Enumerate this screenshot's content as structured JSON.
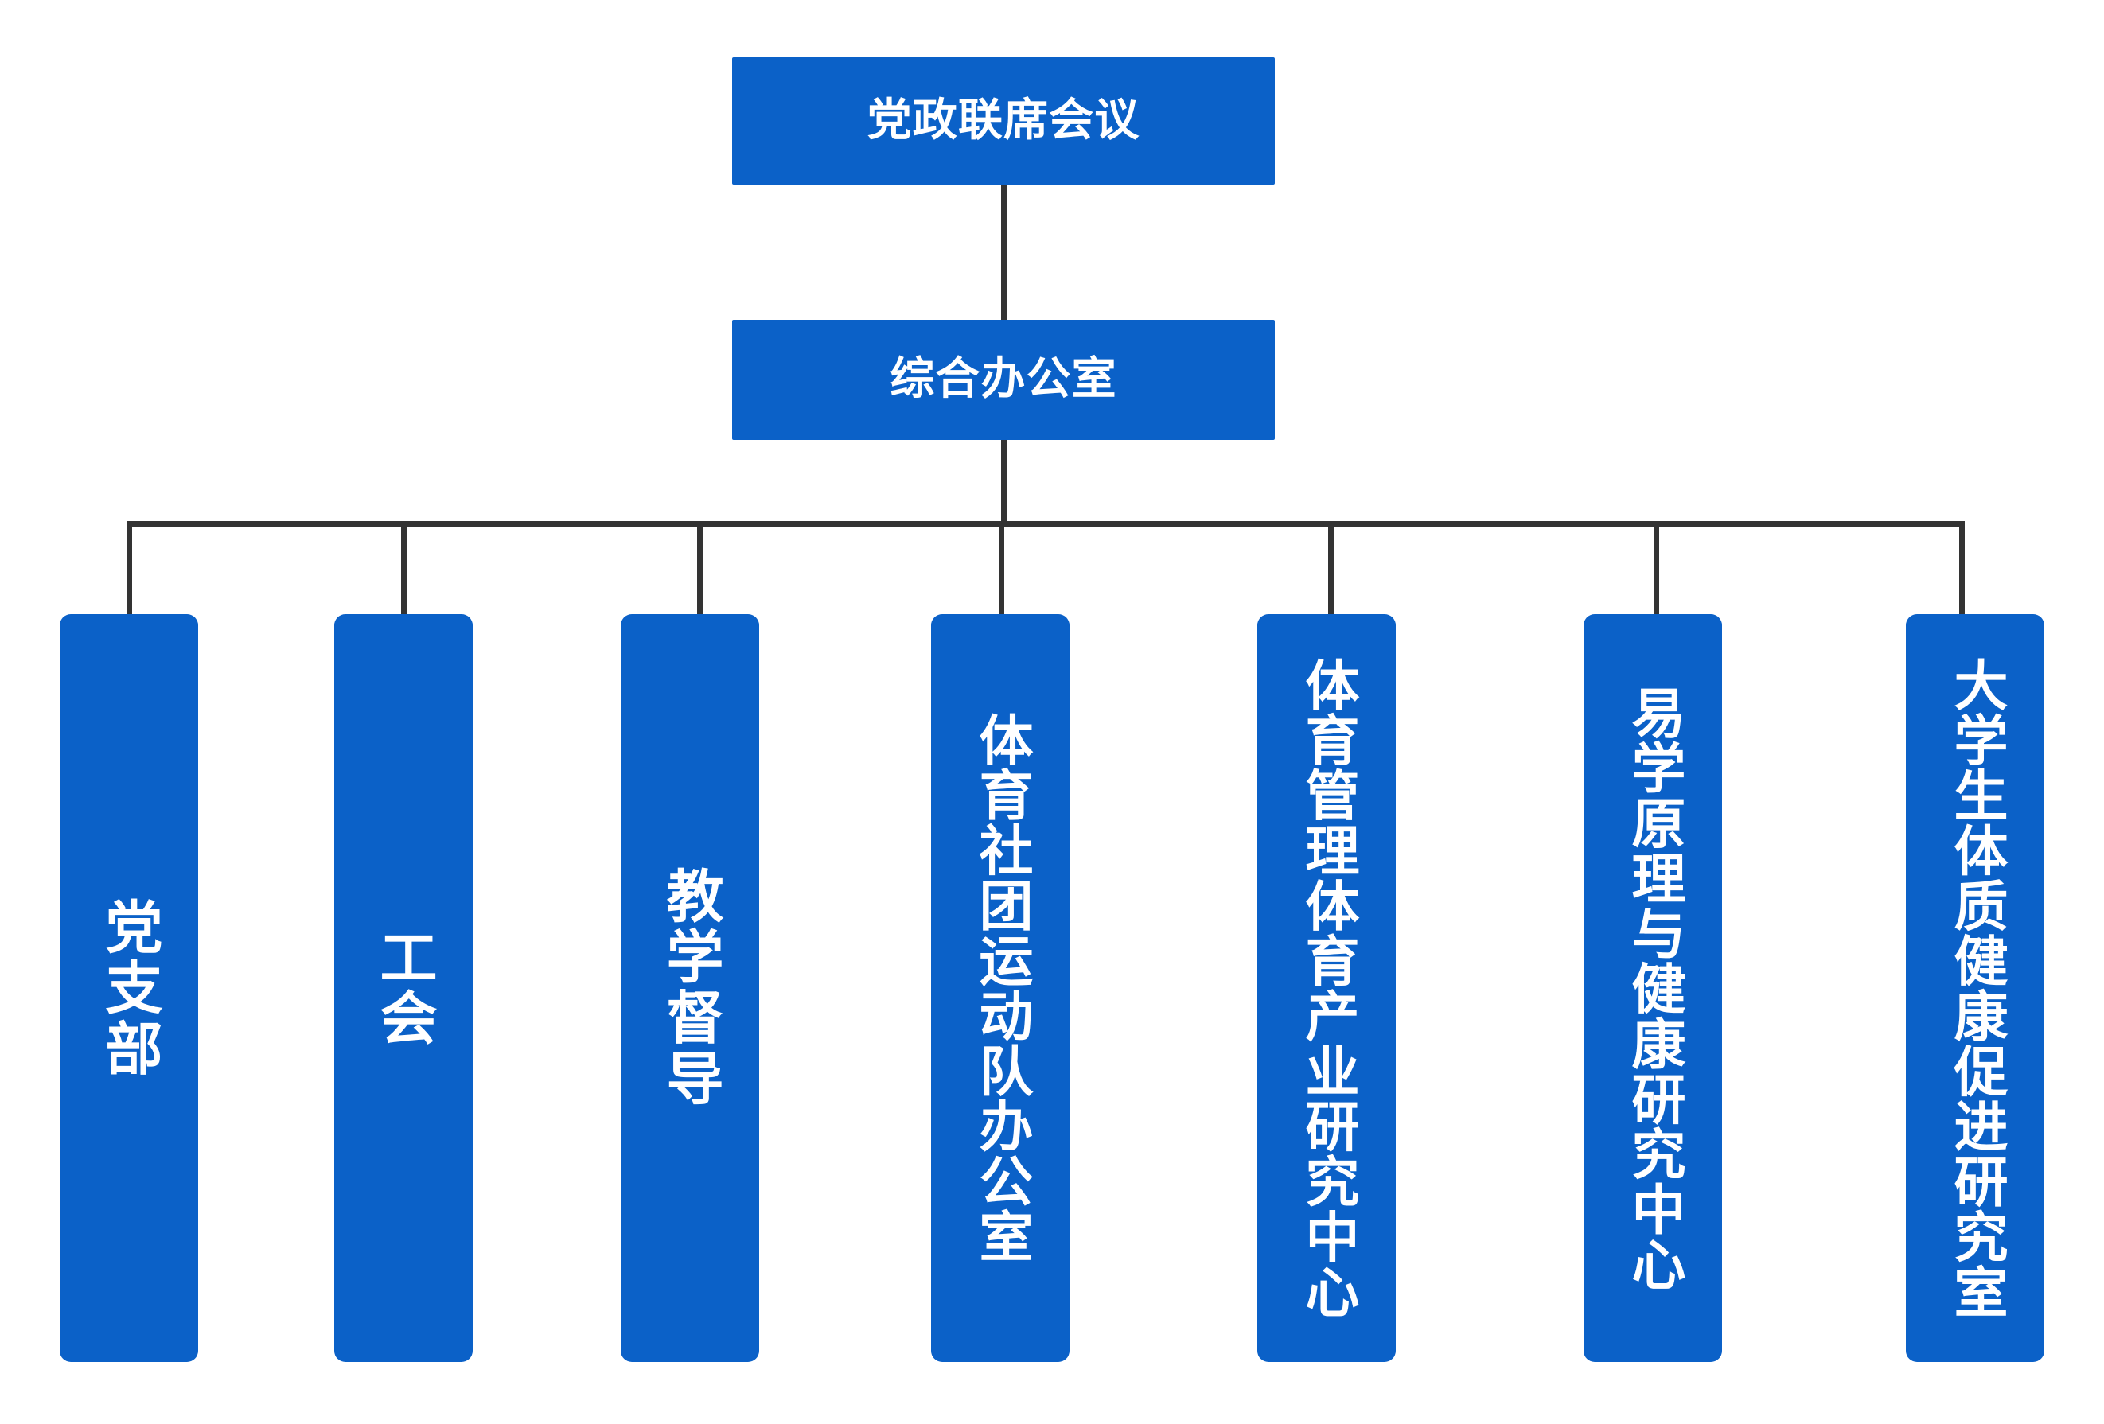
{
  "chart_data": {
    "type": "diagram",
    "diagram_type": "organization-chart",
    "title": "",
    "orientation": "top-down",
    "levels": 3,
    "colors": {
      "node_fill": "#0b61c8",
      "node_text": "#ffffff",
      "connector": "#333333",
      "background": "#ffffff"
    },
    "nodes": [
      {
        "id": "n1",
        "label": "党政联席会议",
        "level": 1,
        "orientation": "horizontal",
        "parent": null
      },
      {
        "id": "n2",
        "label": "综合办公室",
        "level": 2,
        "orientation": "horizontal",
        "parent": "n1"
      },
      {
        "id": "n3",
        "label": "党支部",
        "level": 3,
        "orientation": "vertical",
        "parent": "n2",
        "chars": 3
      },
      {
        "id": "n4",
        "label": "工会",
        "level": 3,
        "orientation": "vertical",
        "parent": "n2",
        "chars": 2
      },
      {
        "id": "n5",
        "label": "教学督导",
        "level": 3,
        "orientation": "vertical",
        "parent": "n2",
        "chars": 4
      },
      {
        "id": "n6",
        "label": "体育社团运动队办公室",
        "level": 3,
        "orientation": "vertical",
        "parent": "n2",
        "chars": 10
      },
      {
        "id": "n7",
        "label": "体育管理体育产业研究中心",
        "level": 3,
        "orientation": "vertical",
        "parent": "n2",
        "chars": 12
      },
      {
        "id": "n8",
        "label": "易学原理与健康研究中心",
        "level": 3,
        "orientation": "vertical",
        "parent": "n2",
        "chars": 11
      },
      {
        "id": "n9",
        "label": "大学生体质健康促进研究室",
        "level": 3,
        "orientation": "vertical",
        "parent": "n2",
        "chars": 12
      }
    ],
    "edges": [
      {
        "from": "n1",
        "to": "n2"
      },
      {
        "from": "n2",
        "to": "n3"
      },
      {
        "from": "n2",
        "to": "n4"
      },
      {
        "from": "n2",
        "to": "n5"
      },
      {
        "from": "n2",
        "to": "n6"
      },
      {
        "from": "n2",
        "to": "n7"
      },
      {
        "from": "n2",
        "to": "n8"
      },
      {
        "from": "n2",
        "to": "n9"
      }
    ]
  },
  "chart": {
    "root": {
      "label": "党政联席会议"
    },
    "office": {
      "label": "综合办公室"
    },
    "departments": [
      {
        "label": "党支部"
      },
      {
        "label": "工会"
      },
      {
        "label": "教学督导"
      },
      {
        "label": "体育社团运动队办公室"
      },
      {
        "label": "体育管理体育产业研究中心"
      },
      {
        "label": "易学原理与健康研究中心"
      },
      {
        "label": "大学生体质健康促进研究室"
      }
    ]
  }
}
